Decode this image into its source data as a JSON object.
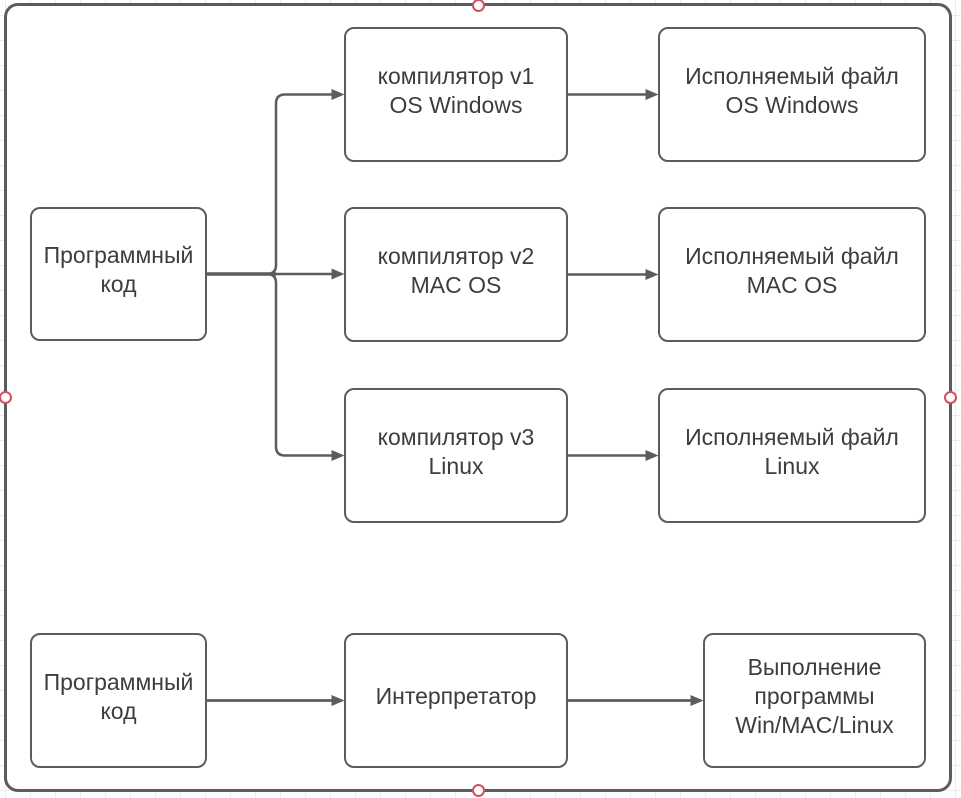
{
  "colors": {
    "shape_stroke": "#5c5c5c",
    "shape_fill": "#ffffff",
    "text": "#3d3d3d",
    "connection_handle": "#cd5064",
    "grid_line": "#ececec"
  },
  "nodes": {
    "source_top": {
      "lines": [
        "Программный",
        "код"
      ]
    },
    "compiler_v1": {
      "lines": [
        "компилятор v1",
        "OS Windows"
      ]
    },
    "exec_windows": {
      "lines": [
        "Исполняемый файл",
        "OS Windows"
      ]
    },
    "compiler_v2": {
      "lines": [
        "компилятор v2",
        "MAC OS"
      ]
    },
    "exec_mac": {
      "lines": [
        "Исполняемый файл",
        "MAC OS"
      ]
    },
    "compiler_v3": {
      "lines": [
        "компилятор v3",
        "Linux"
      ]
    },
    "exec_linux": {
      "lines": [
        "Исполняемый файл",
        "Linux"
      ]
    },
    "source_bottom": {
      "lines": [
        "Программный",
        "код"
      ]
    },
    "interpreter": {
      "lines": [
        "Интерпретатор"
      ]
    },
    "execution": {
      "lines": [
        "Выполнение",
        "программы",
        "Win/MAC/Linux"
      ]
    }
  },
  "edges": [
    {
      "from": "source_top",
      "to": "compiler_v1"
    },
    {
      "from": "source_top",
      "to": "compiler_v2"
    },
    {
      "from": "source_top",
      "to": "compiler_v3"
    },
    {
      "from": "compiler_v1",
      "to": "exec_windows"
    },
    {
      "from": "compiler_v2",
      "to": "exec_mac"
    },
    {
      "from": "compiler_v3",
      "to": "exec_linux"
    },
    {
      "from": "source_bottom",
      "to": "interpreter"
    },
    {
      "from": "interpreter",
      "to": "execution"
    }
  ],
  "handles": {
    "positions": [
      "top",
      "left",
      "right",
      "bottom"
    ]
  }
}
